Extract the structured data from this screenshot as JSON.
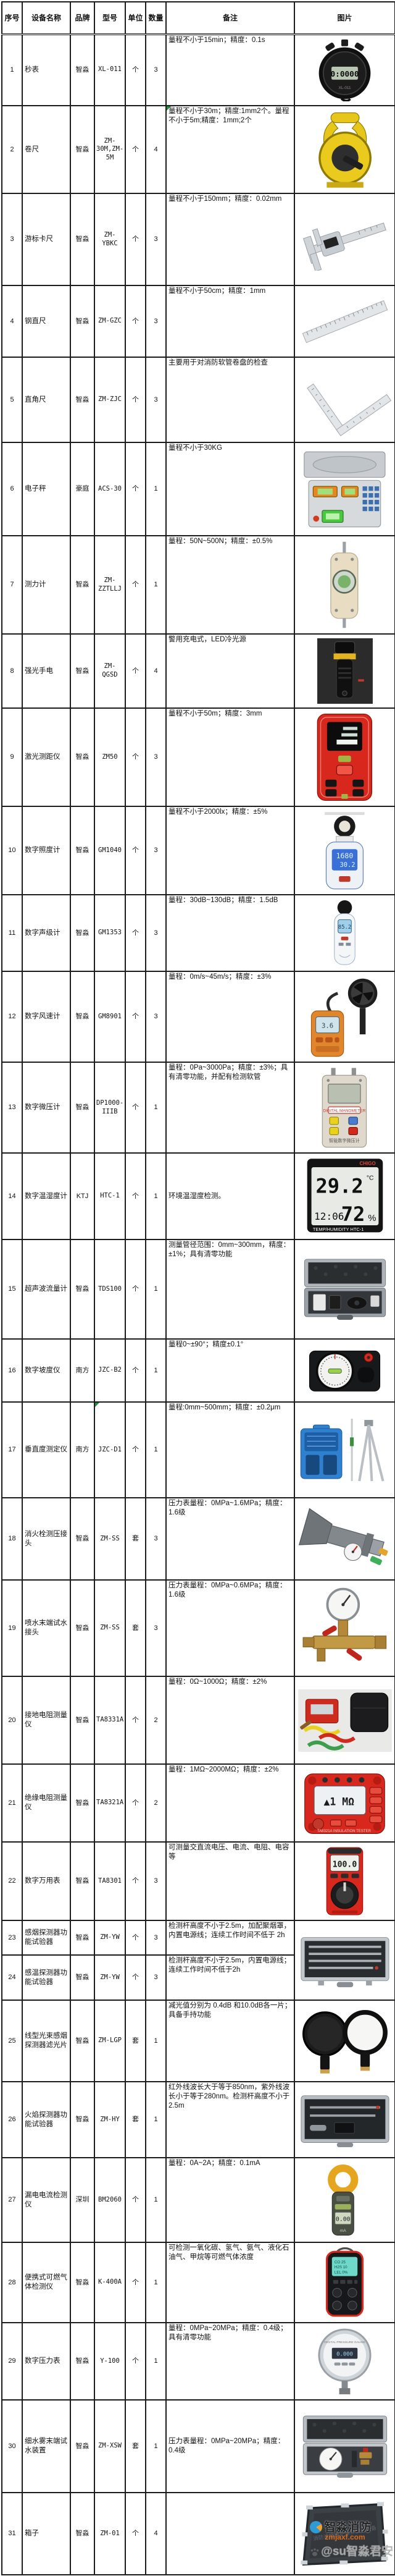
{
  "table": {
    "headers": [
      "序号",
      "设备名称",
      "品牌",
      "型号",
      "单位",
      "数量",
      "备注",
      "图片"
    ],
    "rows": [
      {
        "no": "1",
        "name": "秒表",
        "brand": "智淼",
        "model": "XL-011",
        "unit": "个",
        "qty": "3",
        "remark": "量程不小于15min；精度：0.1s",
        "photo": "stopwatch",
        "photo_name": "stopwatch-photo"
      },
      {
        "no": "2",
        "name": "卷尺",
        "brand": "智淼",
        "model": "ZM-30M,ZM-5M",
        "unit": "个",
        "qty": "4",
        "remark": "量程不小于30m；精度:1mm2个。量程不小于5m;精度：1mm;2个",
        "photo": "tape_long",
        "photo_name": "tape-measure-photo",
        "remark_photo": "tape_compact",
        "remark_flag": true
      },
      {
        "no": "3",
        "name": "游标卡尺",
        "brand": "智淼",
        "model": "ZM-YBKC",
        "unit": "个",
        "qty": "3",
        "remark": "量程不小于150mm；精度：0.02mm",
        "photo": "caliper",
        "photo_name": "vernier-caliper-photo"
      },
      {
        "no": "4",
        "name": "钢直尺",
        "brand": "智淼",
        "model": "ZM-GZC",
        "unit": "个",
        "qty": "3",
        "remark": "量程不小于50cm；精度：1mm",
        "photo": "ruler",
        "photo_name": "steel-ruler-photo"
      },
      {
        "no": "5",
        "name": "直角尺",
        "brand": "智淼",
        "model": "ZM-ZJC",
        "unit": "个",
        "qty": "3",
        "remark": "主要用于对消防软管卷盘的检查",
        "photo": "lshape",
        "photo_name": "angle-ruler-photo"
      },
      {
        "no": "6",
        "name": "电子秤",
        "brand": "豪庭",
        "model": "ACS-30",
        "unit": "个",
        "qty": "1",
        "remark": "量程不小于30KG",
        "photo": "scale",
        "photo_name": "electronic-scale-photo"
      },
      {
        "no": "7",
        "name": "测力计",
        "brand": "智淼",
        "model": "ZM-ZZTLLJ",
        "unit": "个",
        "qty": "1",
        "remark": "量程：50N~500N；精度：±0.5%",
        "photo": "force",
        "photo_name": "force-gauge-photo"
      },
      {
        "no": "8",
        "name": "强光手电",
        "brand": "智淼",
        "model": "ZM-QGSD",
        "unit": "个",
        "qty": "4",
        "remark": "警用充电式，LED冷光源",
        "photo": "flashlight",
        "photo_name": "flashlight-photo"
      },
      {
        "no": "9",
        "name": "激光测距仪",
        "brand": "智淼",
        "model": "ZM50",
        "unit": "个",
        "qty": "3",
        "remark": "量程不小于50m；精度：3mm",
        "photo": "laser",
        "photo_name": "laser-rangefinder-photo"
      },
      {
        "no": "10",
        "name": "数字照度计",
        "brand": "智淼",
        "model": "GM1040",
        "unit": "个",
        "qty": "3",
        "remark": "量程不小于2000lx；精度：±5%",
        "photo": "luxmeter",
        "photo_name": "lux-meter-photo"
      },
      {
        "no": "11",
        "name": "数字声级计",
        "brand": "智淼",
        "model": "GM1353",
        "unit": "个",
        "qty": "3",
        "remark": "量程：30dB~130dB；精度：1.5dB",
        "photo": "soundmeter",
        "photo_name": "sound-level-meter-photo"
      },
      {
        "no": "12",
        "name": "数字风速计",
        "brand": "智淼",
        "model": "GM8901",
        "unit": "个",
        "qty": "3",
        "remark": "量程：0m/s~45m/s；精度：±3%",
        "photo": "anemometer",
        "photo_name": "anemometer-photo"
      },
      {
        "no": "13",
        "name": "数字微压计",
        "brand": "智淼",
        "model": "DP1000-IIIB",
        "unit": "个",
        "qty": "1",
        "remark": "量程：0Pa~3000Pa；精度：±3%；具有清零功能，并配有检测软管",
        "photo": "manometer",
        "photo_name": "micro-manometer-photo"
      },
      {
        "no": "14",
        "name": "数字温湿度计",
        "brand": "KTJ",
        "model": "HTC-1",
        "unit": "个",
        "qty": "1",
        "remark": "环境温湿度检测。",
        "photo": "hygrometer",
        "photo_name": "thermo-hygrometer-photo",
        "remark_center": true
      },
      {
        "no": "15",
        "name": "超声波流量计",
        "brand": "智淼",
        "model": "TDS100",
        "unit": "个",
        "qty": "1",
        "remark": "测量管径范围：0mm~300mm，精度：±1%；具有清零功能",
        "photo": "casekit",
        "photo_name": "flow-meter-case-photo"
      },
      {
        "no": "16",
        "name": "数字坡度仪",
        "brand": "南方",
        "model": "JZC-B2",
        "unit": "个",
        "qty": "1",
        "remark": "量程0~±90°；精度±0.1°",
        "photo": "slope",
        "photo_name": "slope-meter-photo"
      },
      {
        "no": "17",
        "name": "垂直度测定仪",
        "brand": "南方",
        "model": "JZC-D1",
        "unit": "个",
        "qty": "1",
        "remark": "量程:0mm~500mm；精度：±0.2μm",
        "photo": "tripodkit",
        "photo_name": "verticality-tester-photo",
        "model_flag": true
      },
      {
        "no": "18",
        "name": "消火栓测压接头",
        "brand": "智淼",
        "model": "ZM-SS",
        "unit": "套",
        "qty": "3",
        "remark": "压力表量程：0MPa~1.6MPa；精度：1.6级",
        "photo": "hydrant",
        "photo_name": "hydrant-connector-photo"
      },
      {
        "no": "19",
        "name": "喷水末端试水接头",
        "brand": "智淼",
        "model": "ZM-SS",
        "unit": "套",
        "qty": "3",
        "remark": "压力表量程：0MPa~0.6MPa；精度：1.6级",
        "photo": "brassfit",
        "photo_name": "sprinkler-connector-photo"
      },
      {
        "no": "20",
        "name": "接地电阻测量仪",
        "brand": "智淼",
        "model": "TA8331A",
        "unit": "个",
        "qty": "2",
        "remark": "量程：0Ω~1000Ω；精度：±2%",
        "photo": "groundkit",
        "photo_name": "ground-resistance-kit-photo"
      },
      {
        "no": "21",
        "name": "绝缘电阻测量仪",
        "brand": "智淼",
        "model": "TA8321A",
        "unit": "个",
        "qty": "2",
        "remark": "量程：1MΩ~2000MΩ；精度：±2%",
        "photo": "insulation",
        "photo_name": "insulation-tester-photo"
      },
      {
        "no": "22",
        "name": "数字万用表",
        "brand": "智淼",
        "model": "TA8301",
        "unit": "个",
        "qty": "3",
        "remark": "可测量交直流电压、电流、电阻、电容等",
        "photo": "multimeter",
        "photo_name": "multimeter-photo"
      },
      {
        "no": "23",
        "name": "感烟探测器功能试验器",
        "brand": "智淼",
        "model": "ZM-YW",
        "unit": "个",
        "qty": "3",
        "remark": "检测杆高度不小于2.5m，加配聚烟罩，内置电源线；连续工作时间不低于 2h",
        "photo": "longcase",
        "photo_name": "detector-tester-case-photo",
        "photo_rowspan": 2
      },
      {
        "no": "24",
        "name": "感温探测器功能试验器",
        "brand": "智淼",
        "model": "ZM-YW",
        "unit": "个",
        "qty": "3",
        "remark": "检测杆高度不小于2.5m，内置电源线；连续工作时间不低于2h",
        "photo": null
      },
      {
        "no": "25",
        "name": "线型光束感烟探测器滤光片",
        "brand": "智淼",
        "model": "ZM-LGP",
        "unit": "套",
        "qty": "1",
        "remark": "减光值分别为 0.4dB 和10.0dB各一片；具备手持功能",
        "photo": "filters",
        "photo_name": "beam-filters-photo"
      },
      {
        "no": "26",
        "name": "火焰探测器功能试验器",
        "brand": "智淼",
        "model": "ZM-HY",
        "unit": "套",
        "qty": "1",
        "remark": "红外线波长大于等于850nm，紫外线波长小于等于280nm。检测杆高度不小于2.5m",
        "photo": "flamecase",
        "photo_name": "flame-tester-case-photo"
      },
      {
        "no": "27",
        "name": "漏电电流检测仪",
        "brand": "深圳",
        "model": "BM2060",
        "unit": "个",
        "qty": "1",
        "remark": "量程：0A~2A；精度：0.1mA",
        "photo": "clampmeter",
        "photo_name": "clamp-meter-photo"
      },
      {
        "no": "28",
        "name": "便携式可燃气体检测仪",
        "brand": "智淼",
        "model": "K-400A",
        "unit": "个",
        "qty": "1",
        "remark": "可检测一氧化碳、氢气、氨气、液化石油气、甲烷等可燃气体浓度",
        "photo": "gasdetector",
        "photo_name": "gas-detector-photo"
      },
      {
        "no": "29",
        "name": "数字压力表",
        "brand": "智淼",
        "model": "Y-100",
        "unit": "个",
        "qty": "1",
        "remark": "量程：0MPa~20MPa；精度：0.4级；具有清零功能",
        "photo": "digpressure",
        "photo_name": "digital-pressure-gauge-photo"
      },
      {
        "no": "30",
        "name": "细水雾末端试水装置",
        "brand": "智淼",
        "model": "ZM-XSW",
        "unit": "套",
        "qty": "1",
        "remark": "压力表量程：0MPa~20MPa；精度：0.4级",
        "photo": "mistcase",
        "photo_name": "mist-test-case-photo",
        "remark_center": true
      },
      {
        "no": "31",
        "name": "箱子",
        "brand": "智淼",
        "model": "ZM-01",
        "unit": "个",
        "qty": "4",
        "remark": "",
        "photo": "board",
        "photo_name": "box-photo",
        "watermark": true
      }
    ]
  },
  "watermark": {
    "brand": "智淼消防",
    "url": "zmjaxf.com",
    "handle": "@su智淼君安"
  }
}
